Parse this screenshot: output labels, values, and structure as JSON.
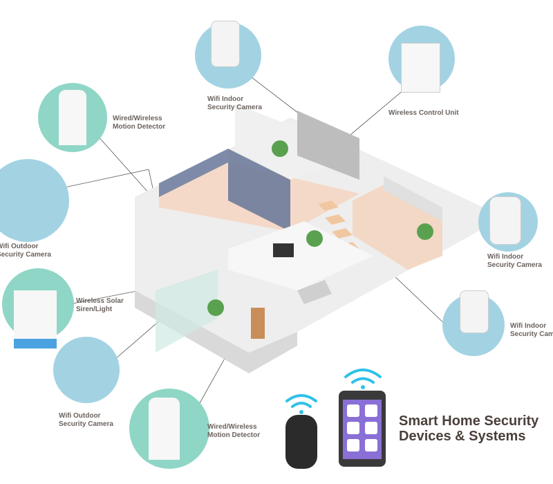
{
  "title": {
    "line1": "Smart Home Security",
    "line2": "Devices & Systems"
  },
  "devices": [
    {
      "line1": "Wifi Indoor",
      "line2": "Security Camera",
      "icon": "indoor-camera-icon"
    },
    {
      "line1": "Wireless Control Unit",
      "line2": "",
      "icon": "control-unit-icon"
    },
    {
      "line1": "Wired/Wireless",
      "line2": "Motion Detector",
      "icon": "motion-detector-icon"
    },
    {
      "line1": "Wifi Outdoor",
      "line2": "Security Camera",
      "icon": "outdoor-camera-icon"
    },
    {
      "line1": "Wifi Indoor",
      "line2": "Security Camera",
      "icon": "indoor-camera-icon"
    },
    {
      "line1": "Wireless Solar",
      "line2": "Siren/Light",
      "icon": "siren-icon"
    },
    {
      "line1": "Wifi Indoor",
      "line2": "Security Camera",
      "icon": "indoor-camera-icon"
    },
    {
      "line1": "Wifi Outdoor",
      "line2": "Security Camera",
      "icon": "outdoor-camera-icon"
    },
    {
      "line1": "Wired/Wireless",
      "line2": "Motion Detector",
      "icon": "motion-detector-icon"
    }
  ],
  "colors": {
    "blue": "#a3d3e3",
    "teal": "#8fd6c6",
    "wifi": "#2fc1e8",
    "text": "#4a3f3a"
  }
}
